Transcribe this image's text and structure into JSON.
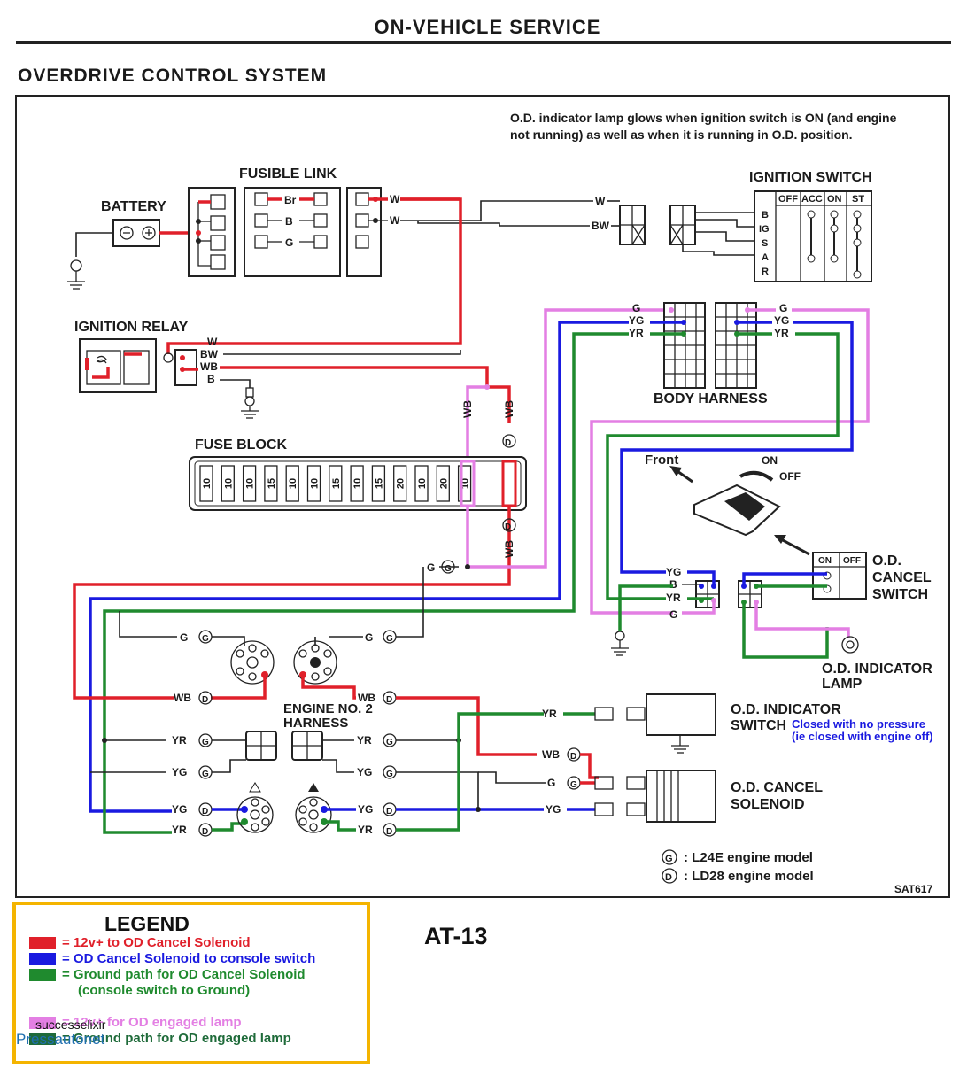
{
  "header": {
    "title": "ON-VEHICLE SERVICE"
  },
  "section": {
    "title": "OVERDRIVE CONTROL SYSTEM"
  },
  "note": {
    "line1": "O.D. indicator lamp glows when ignition switch is ON (and engine",
    "line2": "not running) as well as when it is running in O.D. position."
  },
  "components": {
    "battery": "BATTERY",
    "fusible_link": "FUSIBLE LINK",
    "ignition_switch": "IGNITION SWITCH",
    "ignition_relay": "IGNITION RELAY",
    "fuse_block": "FUSE BLOCK",
    "body_harness": "BODY HARNESS",
    "front": "Front",
    "on": "ON",
    "off": "OFF",
    "od_cancel_switch_1": "O.D.",
    "od_cancel_switch_2": "CANCEL",
    "od_cancel_switch_3": "SWITCH",
    "od_indicator_lamp_1": "O.D. INDICATOR",
    "od_indicator_lamp_2": "LAMP",
    "engine_harness_1": "ENGINE NO. 2",
    "engine_harness_2": "HARNESS",
    "od_indicator_switch_1": "O.D. INDICATOR",
    "od_indicator_switch_2": "SWITCH",
    "switch_note_1": "Closed with no pressure",
    "switch_note_2": "(ie closed with engine off)",
    "od_cancel_solenoid_1": "O.D. CANCEL",
    "od_cancel_solenoid_2": "SOLENOID",
    "figure_code": "SAT617"
  },
  "ignition_switch_table": {
    "columns": [
      "OFF",
      "ACC",
      "ON",
      "ST"
    ],
    "rows": [
      "B",
      "IG",
      "S",
      "A",
      "R"
    ]
  },
  "fuse_values": [
    "10",
    "10",
    "10",
    "15",
    "10",
    "10",
    "15",
    "10",
    "15",
    "20",
    "10",
    "20",
    "10"
  ],
  "wire_labels": {
    "w": "W",
    "bw": "BW",
    "wb": "WB",
    "b": "B",
    "br": "Br",
    "g": "G",
    "yg": "YG",
    "yr": "YR",
    "d": "D"
  },
  "model_key": {
    "g_symbol": "G",
    "g_text": ": L24E engine model",
    "d_symbol": "D",
    "d_text": ": LD28 engine model"
  },
  "legend": {
    "title": "LEGEND",
    "items": [
      {
        "color": "#e0202a",
        "text": "= 12v+ to OD Cancel Solenoid"
      },
      {
        "color": "#1a1ae0",
        "text": "= OD Cancel Solenoid to console switch"
      },
      {
        "color": "#1f8a2e",
        "text": "= Ground path for OD Cancel Solenoid"
      },
      {
        "color": "#1f8a2e",
        "text": "(console switch to Ground)"
      },
      {
        "color": "#e37fe3",
        "text": "= 12v+ for OD engaged lamp"
      },
      {
        "color": "#1f6b3a",
        "text": "= Ground path for OD engaged lamp"
      }
    ]
  },
  "page_number": "AT-13",
  "watermark": {
    "line1": "successelixir",
    "line2": "Pressautonet"
  }
}
